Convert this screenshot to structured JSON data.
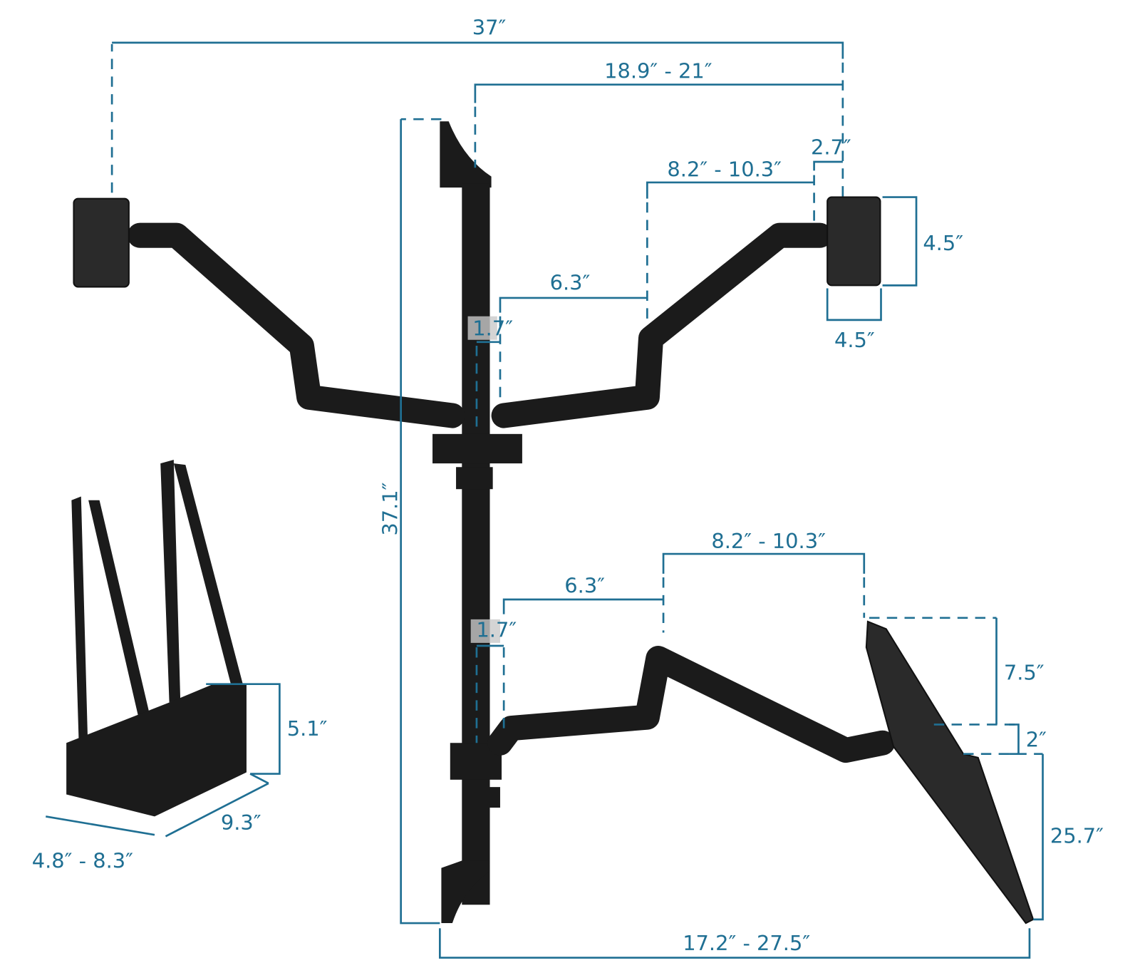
{
  "diagram": {
    "accent_color": "#1f6f93",
    "product_color": "#1b1b1b",
    "dimensions": {
      "overall_width": "37″",
      "pole_to_top_vesa": "18.9″ - 21″",
      "vesa_offset": "2.7″",
      "upper_arm_segment": "8.2″ - 10.3″",
      "vesa_height": "4.5″",
      "vesa_width": "4.5″",
      "upper_inner_segment": "6.3″",
      "upper_clamp_offset": "1.7″",
      "pole_height": "37.1″",
      "lower_arm_segment": "8.2″ - 10.3″",
      "lower_inner_segment": "6.3″",
      "lower_clamp_offset": "1.7″",
      "tray_upper_height": "7.5″",
      "tray_gap": "2″",
      "keyboard_tray_height": "25.7″",
      "lower_reach": "17.2″ - 27.5″",
      "cpu_holder_height": "5.1″",
      "cpu_holder_depth": "9.3″",
      "cpu_holder_width": "4.8″ - 8.3″"
    }
  }
}
